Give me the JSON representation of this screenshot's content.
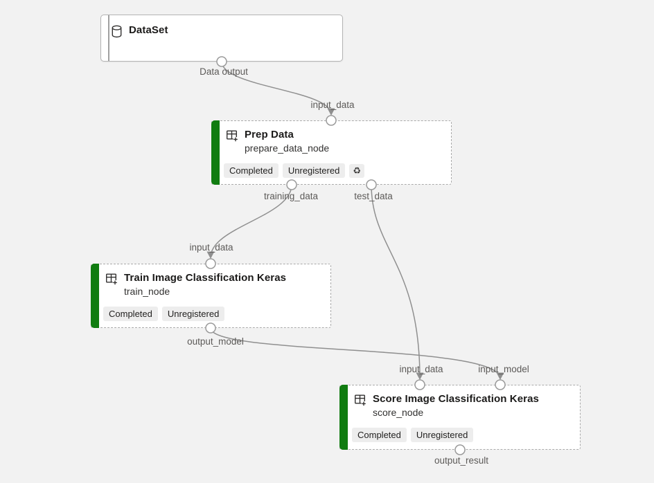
{
  "app": {
    "view": "pipeline-graph-canvas"
  },
  "colors": {
    "canvas_bg": "#f2f2f2",
    "node_bg": "#ffffff",
    "accent_green": "#107c10",
    "edge_gray": "#8f8f8f",
    "badge_bg": "#ededed"
  },
  "nodes": [
    {
      "id": "dataset",
      "title": "DataSet",
      "icon": "database-icon",
      "ports_out": [
        {
          "name": "Data output"
        }
      ]
    },
    {
      "id": "prep",
      "title": "Prep Data",
      "subtitle": "prepare_data_node",
      "icon": "component-icon",
      "badges": [
        "Completed",
        "Unregistered"
      ],
      "reused_icon": "♻",
      "ports_in": [
        {
          "name": "input_data"
        }
      ],
      "ports_out": [
        {
          "name": "training_data"
        },
        {
          "name": "test_data"
        }
      ]
    },
    {
      "id": "train",
      "title": "Train Image Classification Keras",
      "subtitle": "train_node",
      "icon": "component-icon",
      "badges": [
        "Completed",
        "Unregistered"
      ],
      "ports_in": [
        {
          "name": "input_data"
        }
      ],
      "ports_out": [
        {
          "name": "output_model"
        }
      ]
    },
    {
      "id": "score",
      "title": "Score Image Classification Keras",
      "subtitle": "score_node",
      "icon": "component-icon",
      "badges": [
        "Completed",
        "Unregistered"
      ],
      "ports_in": [
        {
          "name": "input_data"
        },
        {
          "name": "input_model"
        }
      ],
      "ports_out": [
        {
          "name": "output_result"
        }
      ]
    }
  ],
  "port_labels": {
    "dataset_out": "Data output",
    "prep_in": "input_data",
    "prep_out_training": "training_data",
    "prep_out_test": "test_data",
    "train_in": "input_data",
    "train_out": "output_model",
    "score_in_data": "input_data",
    "score_in_model": "input_model",
    "score_out": "output_result"
  },
  "edges": [
    {
      "from": "DataSet.Data output",
      "to": "Prep Data.input_data"
    },
    {
      "from": "Prep Data.training_data",
      "to": "Train Image Classification Keras.input_data"
    },
    {
      "from": "Prep Data.test_data",
      "to": "Score Image Classification Keras.input_data"
    },
    {
      "from": "Train Image Classification Keras.output_model",
      "to": "Score Image Classification Keras.input_model"
    }
  ]
}
